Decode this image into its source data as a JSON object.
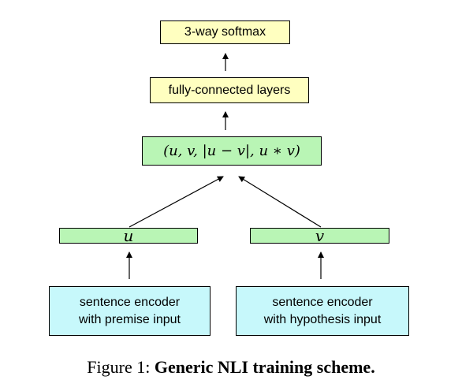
{
  "diagram": {
    "softmax_label": "3-way softmax",
    "fc_label": "fully-connected layers",
    "concat_label": "(u, v, |u − v|, u ∗ v)",
    "u_label": "u",
    "v_label": "v",
    "encoder_premise_label": "sentence encoder\nwith premise input",
    "encoder_hypothesis_label": "sentence encoder\nwith hypothesis input"
  },
  "caption": {
    "prefix": "Figure 1: ",
    "title": "Generic NLI training scheme."
  },
  "colors": {
    "yellow_box": "#ffffc0",
    "green_box": "#b9f5b5",
    "cyan_box": "#c7f8fb",
    "border": "#000000"
  }
}
